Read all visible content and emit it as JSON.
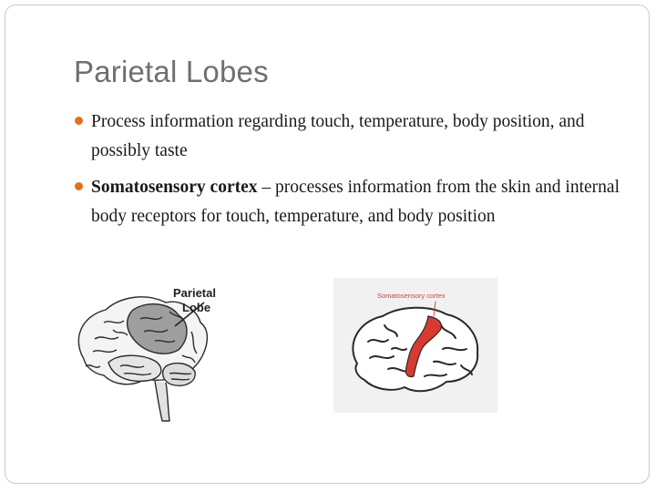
{
  "slide": {
    "title": "Parietal Lobes",
    "bullets": [
      {
        "term": "",
        "separator": "",
        "text": "Process information regarding touch, temperature, body position, and possibly taste"
      },
      {
        "term": "Somatosensory cortex",
        "separator": " – ",
        "text": "processes information from the skin and internal body receptors for touch, temperature, and body position"
      }
    ],
    "bullet_color": "#e1711f"
  },
  "images": {
    "left_label_line1": "Parietal",
    "left_label_line2": "Lobe",
    "right_label": "Somatosensory cortex",
    "highlight_color": "#d83a2f"
  }
}
